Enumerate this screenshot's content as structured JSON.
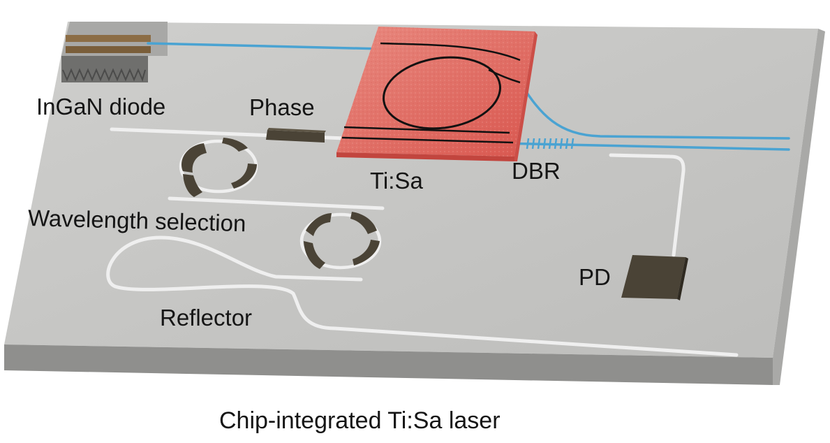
{
  "diagram": {
    "caption": "Chip-integrated Ti:Sa laser",
    "labels": {
      "ingan_diode": "InGaN diode",
      "phase": "Phase",
      "tisa": "Ti:Sa",
      "dbr": "DBR",
      "wavelength_selection": "Wavelength selection",
      "reflector": "Reflector",
      "pd": "PD"
    },
    "colors": {
      "chip_top": "#c4c4c2",
      "chip_front": "#8f8f8d",
      "chip_side": "#a9a9a7",
      "waveguide_blue": "#4aa3d2",
      "waveguide_white": "#efefef",
      "tisa_crystal": "#e0665e",
      "heater_dark": "#4a4336",
      "diode_bronze": "#8c6d45"
    }
  }
}
